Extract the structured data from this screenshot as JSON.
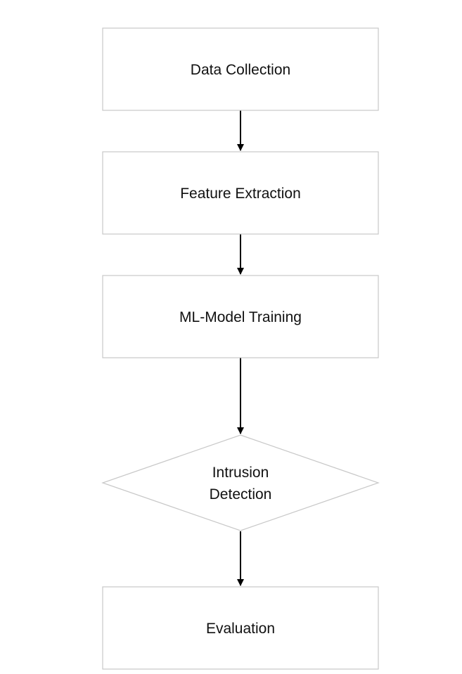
{
  "diagram": {
    "nodes": [
      {
        "id": "data-collection",
        "shape": "rect",
        "lines": [
          "Data Collection"
        ]
      },
      {
        "id": "feature-extraction",
        "shape": "rect",
        "lines": [
          "Feature Extraction"
        ]
      },
      {
        "id": "ml-model-training",
        "shape": "rect",
        "lines": [
          "ML-Model Training"
        ]
      },
      {
        "id": "intrusion-detection",
        "shape": "diamond",
        "lines": [
          "Intrusion",
          "Detection"
        ]
      },
      {
        "id": "evaluation",
        "shape": "rect",
        "lines": [
          "Evaluation"
        ]
      }
    ],
    "edges": [
      {
        "from": "data-collection",
        "to": "feature-extraction"
      },
      {
        "from": "feature-extraction",
        "to": "ml-model-training"
      },
      {
        "from": "ml-model-training",
        "to": "intrusion-detection"
      },
      {
        "from": "intrusion-detection",
        "to": "evaluation"
      }
    ],
    "colors": {
      "node_border": "#c8c8c8",
      "node_fill": "#ffffff",
      "arrow": "#000000",
      "text": "#111111"
    }
  }
}
